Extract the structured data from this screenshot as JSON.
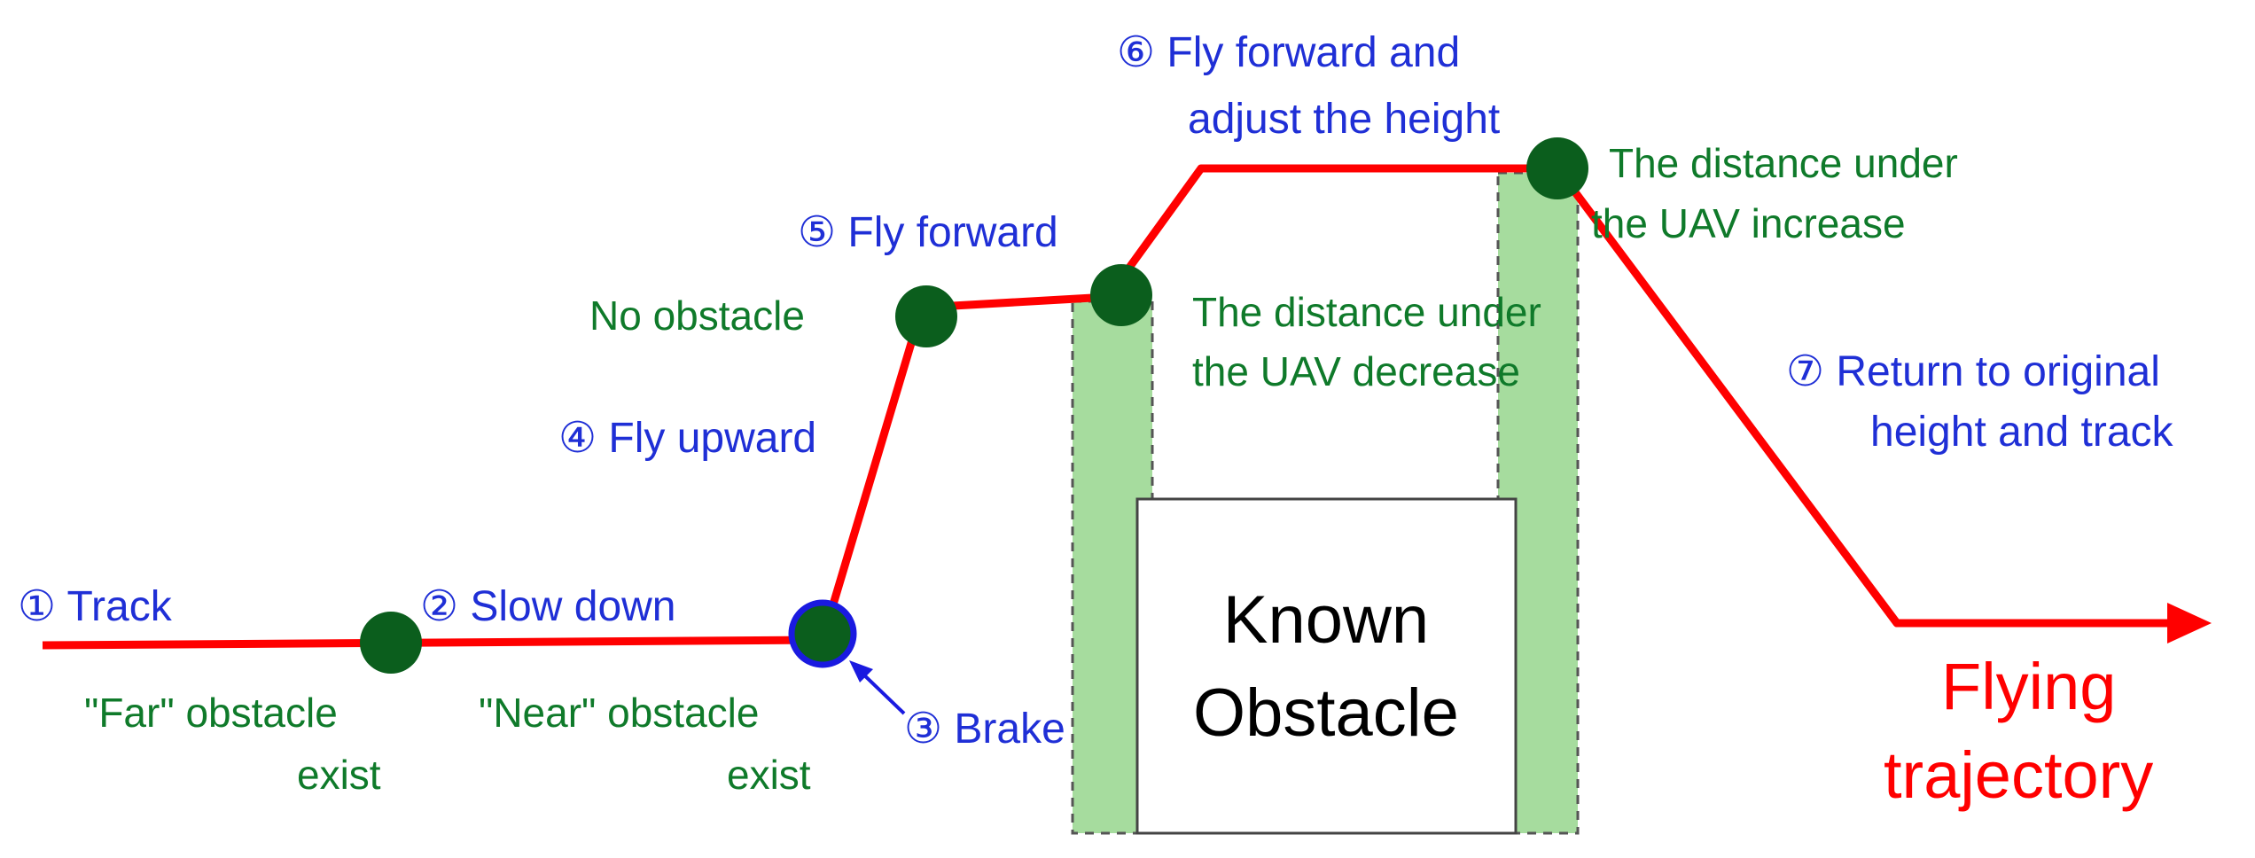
{
  "labels": {
    "step1": "① Track",
    "step2": "② Slow down",
    "step3": "③ Brake",
    "step4": "④ Fly upward",
    "step5": "⑤ Fly forward",
    "step6_line1": "⑥ Fly forward and",
    "step6_line2": "adjust the height",
    "step7_line1": "⑦ Return to original",
    "step7_line2": "height and track",
    "far_line1": "\"Far\" obstacle",
    "far_line2": "exist",
    "near_line1": "\"Near\" obstacle",
    "near_line2": "exist",
    "no_obstacle": "No obstacle",
    "decrease_line1": "The distance under",
    "decrease_line2": "the UAV decrease",
    "increase_line1": "The distance under",
    "increase_line2": "the UAV increase",
    "obstacle_line1": "Known",
    "obstacle_line2": "Obstacle",
    "trajectory_line1": "Flying",
    "trajectory_line2": "trajectory"
  },
  "colors": {
    "trajectory": "#ff0000",
    "node": "#0b5e1d",
    "brake_ring": "#1a1ae0",
    "step_text": "#1f2fd6",
    "condition_text": "#0f7a2a",
    "sensor_zone": "#a6dc9e"
  }
}
